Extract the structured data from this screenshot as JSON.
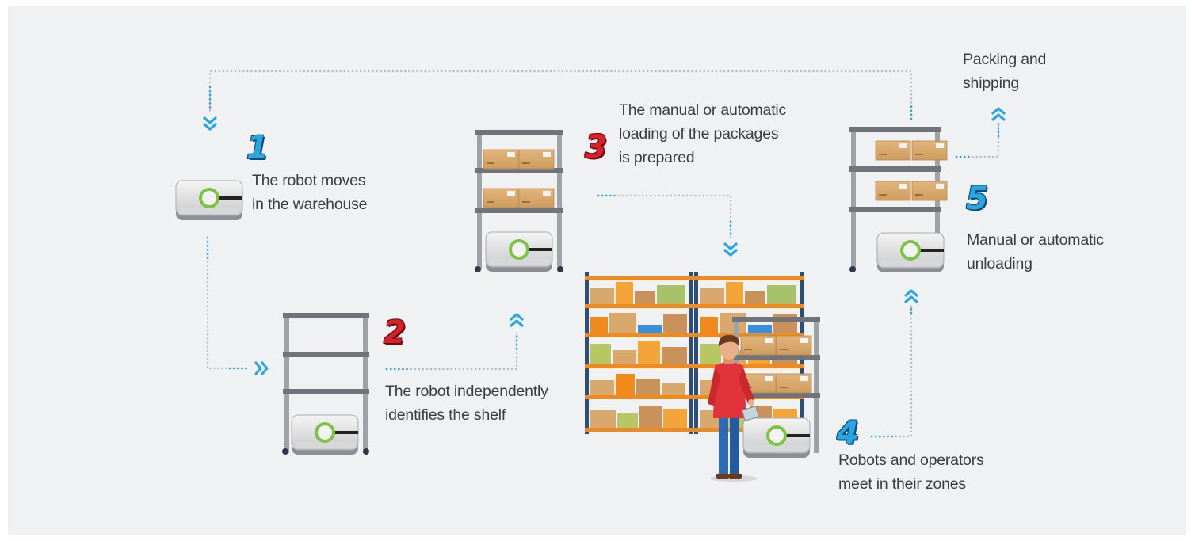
{
  "steps": [
    {
      "number": "1",
      "label": "The robot moves\nin the warehouse"
    },
    {
      "number": "2",
      "label": "The robot independently\nidentifies the shelf"
    },
    {
      "number": "3",
      "label": "The manual or automatic\nloading of the packages\nis prepared"
    },
    {
      "number": "4",
      "label": "Robots and operators\nmeet in their zones"
    },
    {
      "number": "5",
      "label": "Manual or automatic\nunloading"
    }
  ],
  "end_label": "Packing and\nshipping",
  "colors": {
    "background": "#f0f1f3",
    "flow_line": "#2aa7e1",
    "step_red": "#d8222a",
    "step_blue": "#2aa7e1",
    "robot_ring": "#7dc242",
    "shelf_orange": "#f08a1d",
    "box": "#d9a86c",
    "operator_shirt": "#e0343a",
    "operator_pants": "#2d6ab3"
  },
  "icons": [
    "robot-icon",
    "shelf-icon",
    "box-icon",
    "operator-icon",
    "double-chevron-icon"
  ]
}
